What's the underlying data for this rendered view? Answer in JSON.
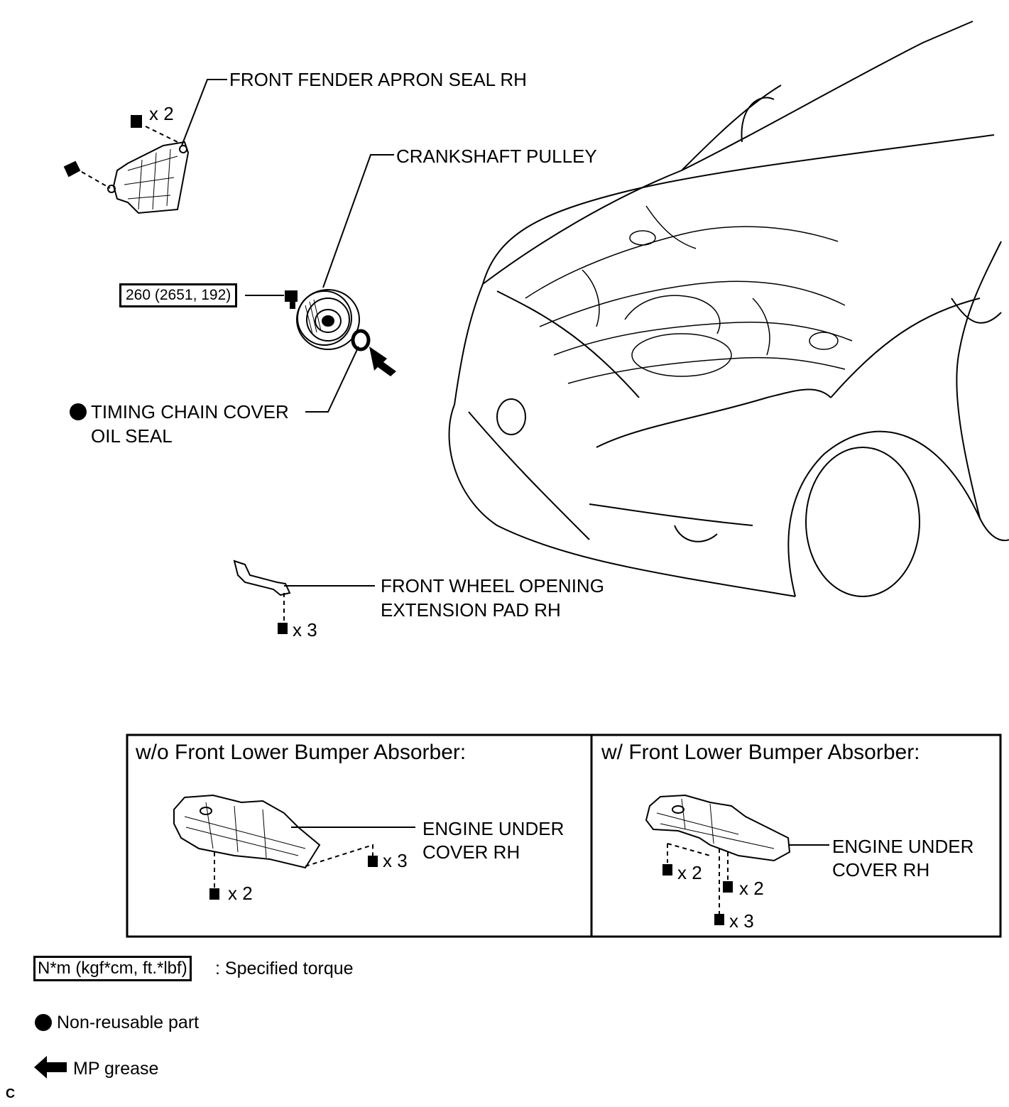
{
  "labels": {
    "apron_seal": "FRONT FENDER APRON SEAL RH",
    "apron_qty": "x 2",
    "pulley": "CRANKSHAFT PULLEY",
    "torque_value": "260 (2651, 192)",
    "oil_seal_line1": "TIMING CHAIN COVER",
    "oil_seal_line2": "OIL SEAL",
    "pad_line1": "FRONT WHEEL OPENING",
    "pad_line2": "EXTENSION PAD RH",
    "pad_qty": "x 3"
  },
  "panels": {
    "left": {
      "title": "w/o Front Lower Bumper Absorber:",
      "part_line1": "ENGINE UNDER",
      "part_line2": "COVER RH",
      "qty_a": "x 3",
      "qty_b": "x 2"
    },
    "right": {
      "title": "w/ Front Lower Bumper Absorber:",
      "part_line1": "ENGINE UNDER",
      "part_line2": "COVER RH",
      "qty_a": "x 2",
      "qty_b": "x 2",
      "qty_c": "x 3"
    }
  },
  "legend": {
    "torque_box": "N*m (kgf*cm, ft.*lbf)",
    "torque_text": ": Specified torque",
    "nonreusable": "Non-reusable part",
    "grease": "MP grease"
  },
  "corner_code": "C"
}
